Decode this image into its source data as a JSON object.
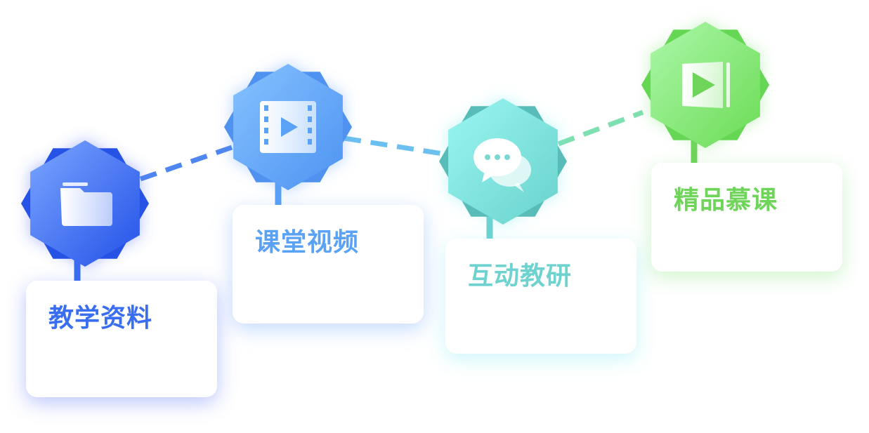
{
  "items": [
    {
      "title": "教学资料",
      "icon": "folder-icon",
      "color": "#3a6ef0",
      "light": "#7aa6ff",
      "dark": "#2752e6",
      "glow": "rgba(60,90,240,0.35)"
    },
    {
      "title": "课堂视频",
      "icon": "film-play-icon",
      "color": "#5aa2f5",
      "light": "#86c2ff",
      "dark": "#4f92f0",
      "glow": "rgba(80,150,250,0.35)"
    },
    {
      "title": "互动教研",
      "icon": "chat-bubbles-icon",
      "color": "#6ed2cf",
      "light": "#9af3ef",
      "dark": "#58bdb8",
      "glow": "rgba(90,230,240,0.3)"
    },
    {
      "title": "精品慕课",
      "icon": "video-course-icon",
      "color": "#6fd55a",
      "light": "#abf7a9",
      "dark": "#66d655",
      "glow": "rgba(100,220,90,0.3)"
    }
  ]
}
